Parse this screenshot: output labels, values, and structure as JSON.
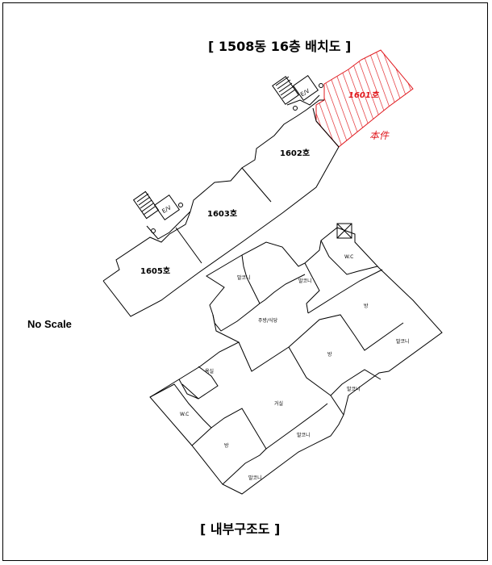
{
  "titles": {
    "site_plan": "[ 1508동 16층 배치도 ]",
    "interior": "[ 내부구조도 ]"
  },
  "scale_note": "No Scale",
  "site_plan": {
    "units": [
      "1601호",
      "1602호",
      "1603호",
      "1605호"
    ],
    "elevator": "E/V",
    "subject_label": "本件",
    "highlight_color": "#e0191e"
  },
  "interior": {
    "rooms": {
      "kitchen": "주방/식당",
      "living": "거실",
      "room_center": "방",
      "room_right": "방",
      "room_bottom": "방",
      "bathroom": "욕실",
      "wc_left": "W.C",
      "wc_top": "W.C",
      "balcony_top_left": "발코니",
      "balcony_top_mid": "발코니",
      "balcony_right": "발코니",
      "balcony_right_low": "발코니",
      "balcony_bottom_mid": "발코니",
      "balcony_bottom": "발코니"
    }
  }
}
